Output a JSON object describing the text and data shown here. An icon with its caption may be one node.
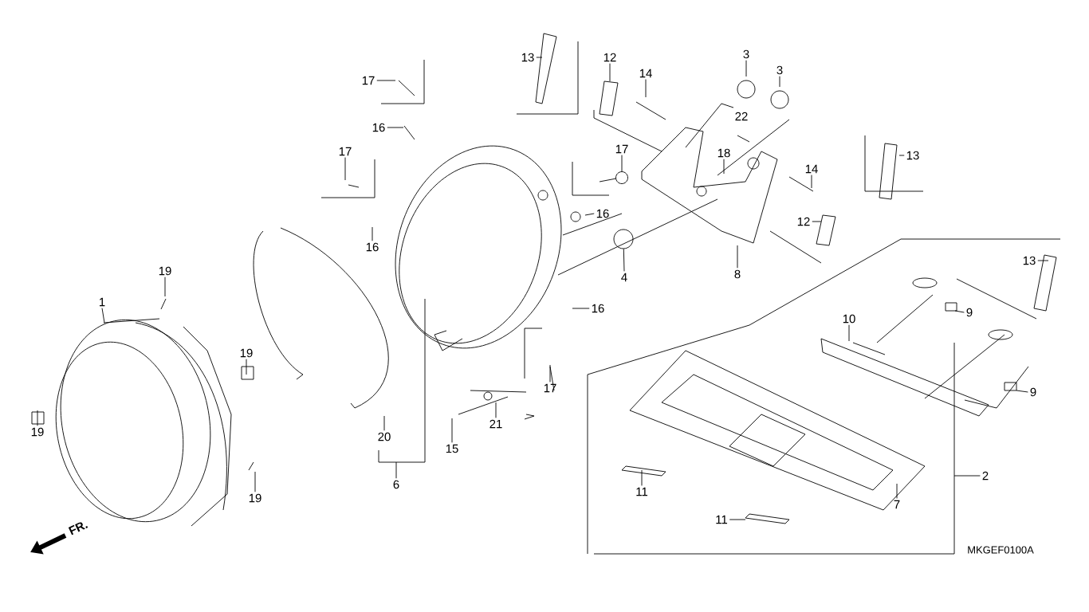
{
  "diagram": {
    "nodes": [
      {
        "text": [
          "13"
        ]
      },
      {
        "text": [
          "12"
        ]
      },
      {
        "text": [
          "3"
        ]
      },
      {
        "text": [
          "3"
        ]
      },
      {
        "text": [
          "17"
        ]
      },
      {
        "text": [
          "14"
        ]
      },
      {
        "text": [
          "16"
        ]
      },
      {
        "text": [
          "17"
        ]
      },
      {
        "text": [
          "13"
        ]
      },
      {
        "text": [
          "17"
        ]
      },
      {
        "text": [
          "18"
        ]
      },
      {
        "text": [
          "14"
        ]
      },
      {
        "text": [
          "16"
        ]
      },
      {
        "text": [
          "12"
        ]
      },
      {
        "text": [
          "16"
        ]
      },
      {
        "text": [
          "4"
        ]
      },
      {
        "text": [
          "8"
        ]
      },
      {
        "text": [
          "13"
        ]
      },
      {
        "text": [
          "19"
        ]
      },
      {
        "text": [
          "1"
        ]
      },
      {
        "text": [
          "10"
        ]
      },
      {
        "text": [
          "16"
        ]
      },
      {
        "text": [
          "9"
        ]
      },
      {
        "text": [
          "19"
        ]
      },
      {
        "text": [
          "17"
        ]
      },
      {
        "text": [
          "9"
        ]
      },
      {
        "text": [
          "19"
        ]
      },
      {
        "text": [
          "20"
        ]
      },
      {
        "text": [
          "21"
        ]
      },
      {
        "text": [
          "15"
        ]
      },
      {
        "text": [
          "6"
        ]
      },
      {
        "text": [
          "2"
        ]
      },
      {
        "text": [
          "19"
        ]
      },
      {
        "text": [
          "11"
        ]
      },
      {
        "text": [
          "7"
        ]
      },
      {
        "text": [
          "11"
        ]
      },
      {
        "text": [],
        "shape": "circle"
      },
      {
        "text": [],
        "shape": "circle"
      }
    ],
    "edges": [
      {
        "from": 0,
        "to": null,
        "arrow": "none"
      },
      {
        "from": 1,
        "to": null,
        "arrow": "none"
      },
      {
        "from": 2,
        "to": null,
        "arrow": "none"
      },
      {
        "from": 3,
        "to": null,
        "arrow": "none"
      },
      {
        "from": 4,
        "to": null,
        "arrow": "none"
      },
      {
        "from": 5,
        "to": null,
        "arrow": "none"
      },
      {
        "from": 6,
        "to": null,
        "arrow": "none"
      },
      {
        "from": 7,
        "to": 36,
        "arrow": "none"
      },
      {
        "from": 8,
        "to": null,
        "arrow": "none"
      },
      {
        "from": 9,
        "to": null,
        "arrow": "none"
      },
      {
        "from": 10,
        "to": null,
        "arrow": "none"
      },
      {
        "from": 11,
        "to": null,
        "arrow": "none"
      },
      {
        "from": 12,
        "to": null,
        "arrow": "none"
      },
      {
        "from": 13,
        "to": null,
        "arrow": "none"
      },
      {
        "from": 14,
        "to": null,
        "arrow": "none"
      },
      {
        "from": 15,
        "to": 37,
        "arrow": "none"
      },
      {
        "from": 16,
        "to": null,
        "arrow": "none"
      },
      {
        "from": 17,
        "to": null,
        "arrow": "none"
      },
      {
        "from": 18,
        "to": null,
        "arrow": "none"
      },
      {
        "from": 19,
        "to": null,
        "arrow": "none"
      },
      {
        "from": 20,
        "to": null,
        "arrow": "none"
      },
      {
        "from": 21,
        "to": null,
        "arrow": "none"
      },
      {
        "from": 22,
        "to": null,
        "arrow": "none"
      },
      {
        "from": 23,
        "to": null,
        "arrow": "none"
      },
      {
        "from": 24,
        "to": null,
        "arrow": "none"
      },
      {
        "from": 25,
        "to": null,
        "arrow": "none"
      },
      {
        "from": 26,
        "to": null,
        "arrow": "none"
      },
      {
        "from": 27,
        "to": null,
        "arrow": "none"
      },
      {
        "from": 28,
        "to": null,
        "arrow": "none"
      },
      {
        "from": 29,
        "to": null,
        "arrow": "none"
      },
      {
        "from": 30,
        "to": null,
        "arrow": "none"
      },
      {
        "from": 31,
        "to": null,
        "arrow": "none"
      },
      {
        "from": 32,
        "to": null,
        "arrow": "none"
      },
      {
        "from": 33,
        "to": null,
        "arrow": "none"
      },
      {
        "from": 34,
        "to": null,
        "arrow": "none"
      },
      {
        "from": 35,
        "to": null,
        "arrow": "none"
      }
    ],
    "labels": [
      "22",
      "FR.",
      "MKGEF0100A"
    ]
  }
}
